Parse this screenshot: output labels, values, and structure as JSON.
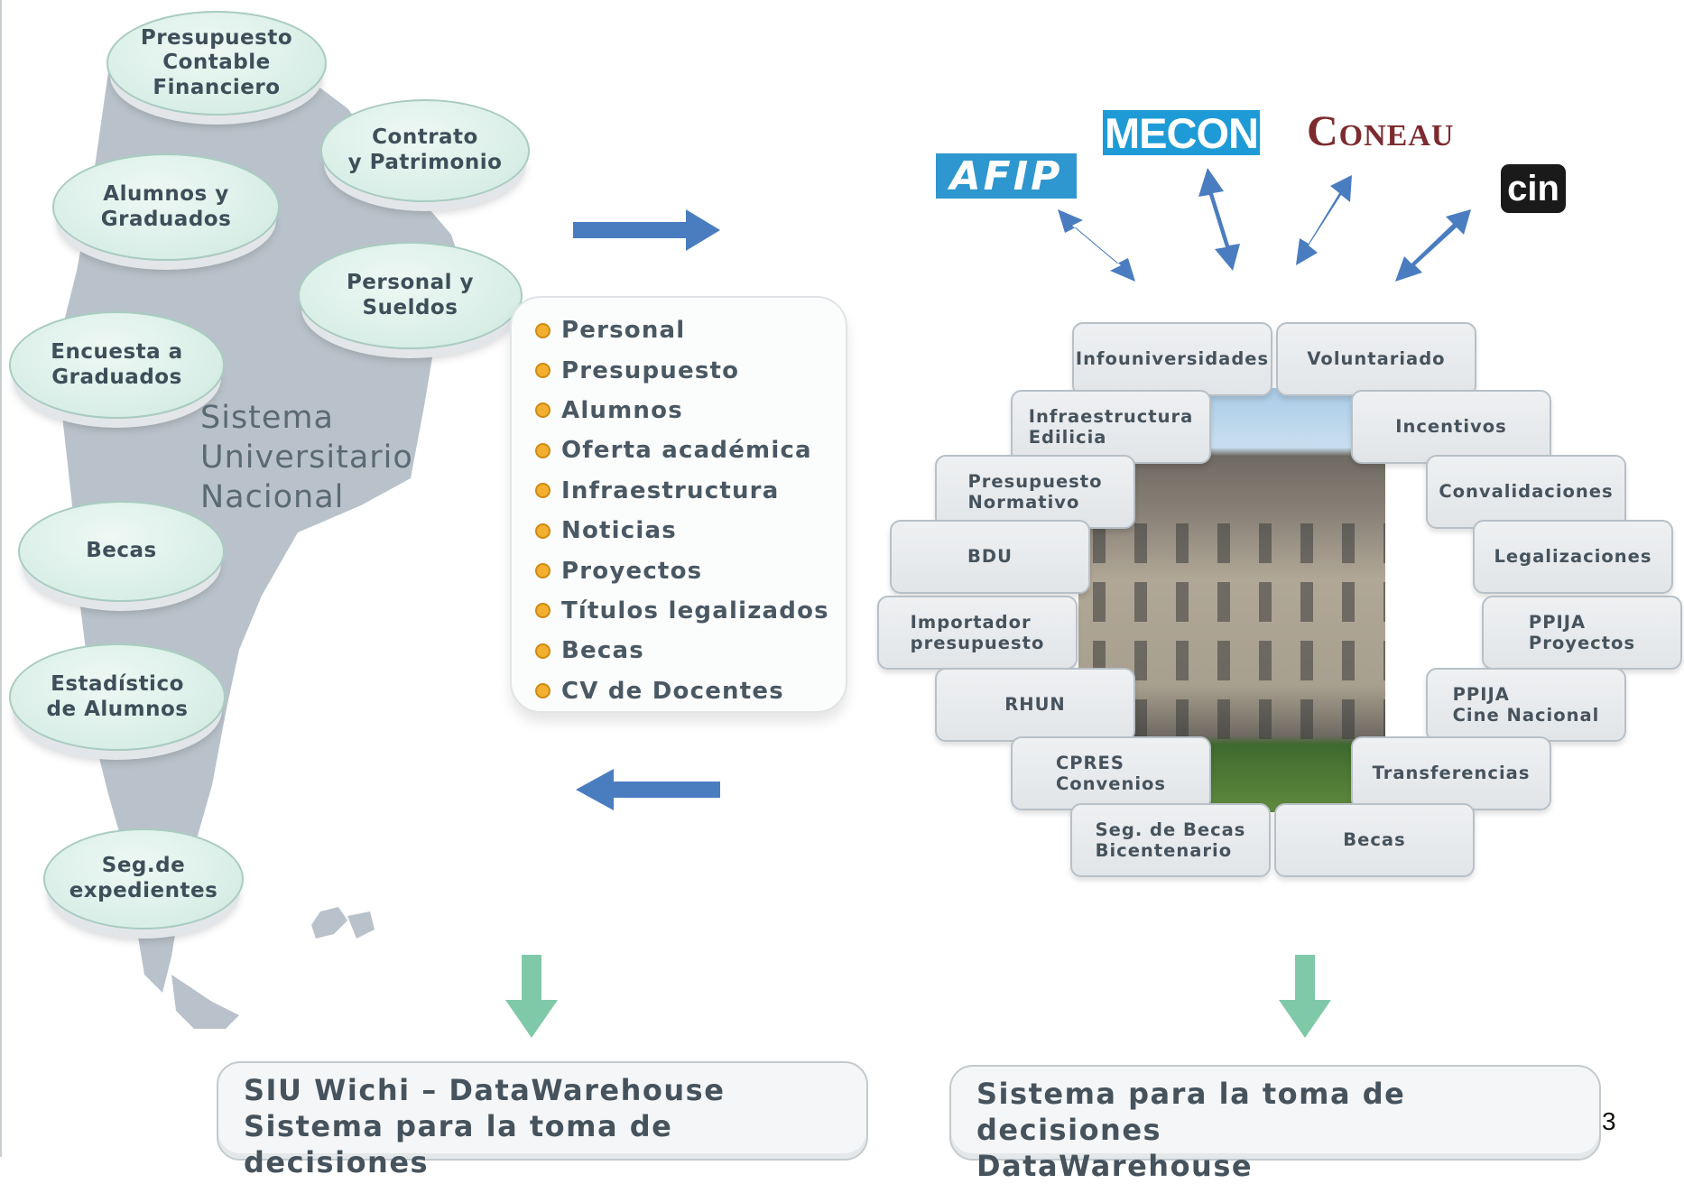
{
  "subsystems": [
    {
      "label": "Presupuesto\nContable\nFinanciero"
    },
    {
      "label": "Contrato\ny Patrimonio"
    },
    {
      "label": "Alumnos y\nGraduados"
    },
    {
      "label": "Personal y\nSueldos"
    },
    {
      "label": "Encuesta a\nGraduados"
    },
    {
      "label": "Becas"
    },
    {
      "label": "Estadístico\nde Alumnos"
    },
    {
      "label": "Seg.de\nexpedientes"
    }
  ],
  "sun_title": [
    "Sistema",
    "Universitario",
    "Nacional"
  ],
  "data_list": [
    "Personal",
    "Presupuesto",
    "Alumnos",
    "Oferta académica",
    "Infraestructura",
    "Noticias",
    "Proyectos",
    "Títulos legalizados",
    "Becas",
    "CV de Docentes"
  ],
  "logos": {
    "afip": "AFIP",
    "mecon": "MECON",
    "coneau": "Coneau",
    "cin": "cin"
  },
  "ring_boxes": [
    {
      "label": "Infouniversidades"
    },
    {
      "label": "Voluntariado"
    },
    {
      "label": "Infraestructura\nEdilicia"
    },
    {
      "label": "Incentivos"
    },
    {
      "label": "Presupuesto\nNormativo"
    },
    {
      "label": "Convalidaciones"
    },
    {
      "label": "BDU"
    },
    {
      "label": "Legalizaciones"
    },
    {
      "label": "Importador\npresupuesto"
    },
    {
      "label": "PPIJA\nProyectos"
    },
    {
      "label": "RHUN"
    },
    {
      "label": "PPIJA\nCine Nacional"
    },
    {
      "label": "CPRES\nConvenios"
    },
    {
      "label": "Transferencias"
    },
    {
      "label": "Seg. de Becas\nBicentenario"
    },
    {
      "label": "Becas"
    }
  ],
  "bottom_left": [
    "SIU Wichi – DataWarehouse",
    "Sistema para la toma de decisiones"
  ],
  "bottom_right": [
    "Sistema para la toma de decisiones",
    "DataWarehouse"
  ],
  "page_number": "3",
  "colors": {
    "oval_fill": "#d8eee6",
    "blue_arrow": "#4a7dc0",
    "green_arrow": "#7fc9a8",
    "map_gray": "#b9c2ca",
    "bullet": "#f3b030"
  }
}
